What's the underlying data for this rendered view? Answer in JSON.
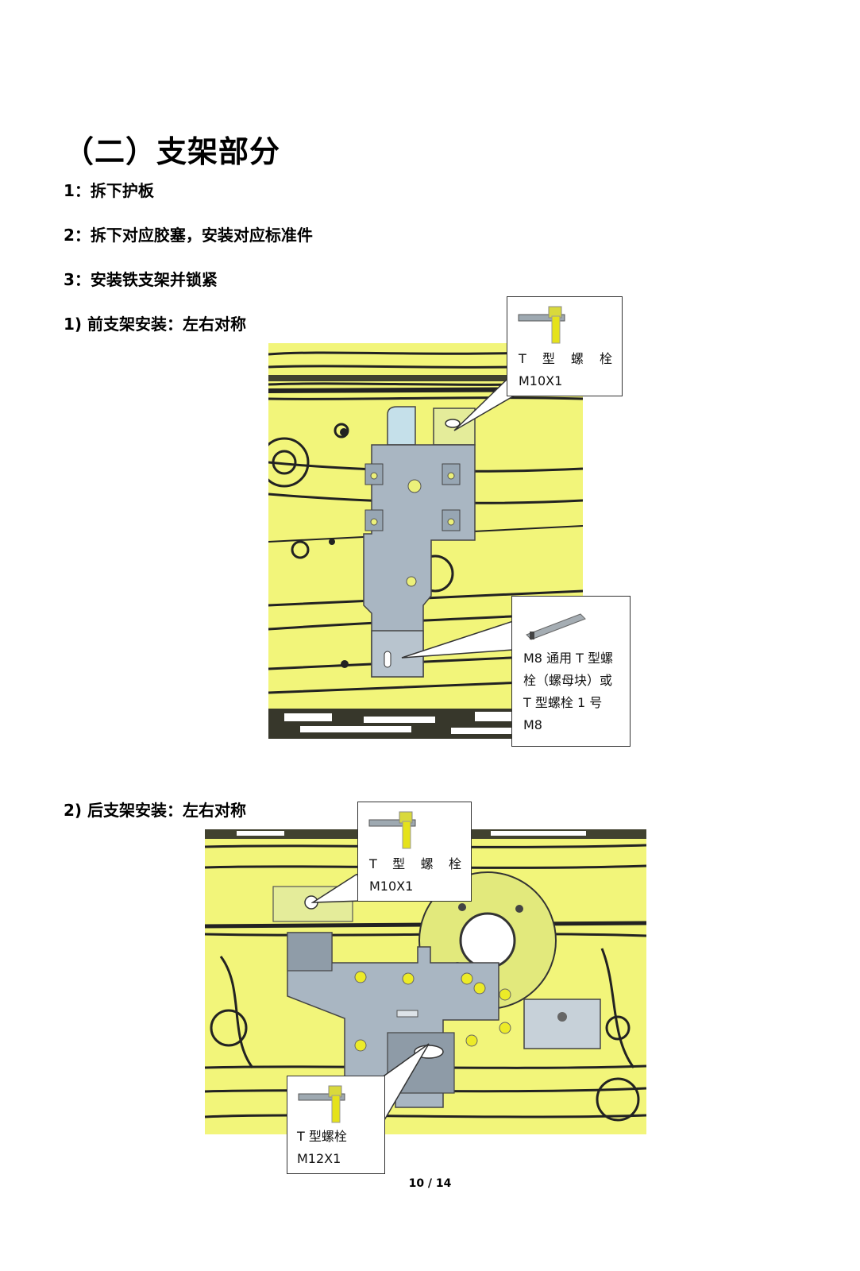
{
  "section_title": "（二）支架部分",
  "steps": [
    "1：拆下护板",
    "2：拆下对应胶塞，安装对应标准件",
    "3：安装铁支架并锁紧"
  ],
  "sub_steps": [
    "1)  前支架安装：左右对称",
    "2)  后支架安装：左右对称"
  ],
  "callouts": {
    "front_top": {
      "chars": [
        "T",
        "型",
        "螺",
        "栓"
      ],
      "line2": "M10X1"
    },
    "front_bottom": {
      "line1": "M8 通用 T 型螺",
      "line2": "栓（螺母块）或",
      "line3": "T  型螺栓  1  号",
      "line4": "M8"
    },
    "rear_top": {
      "chars": [
        "T",
        "型",
        "螺",
        "栓"
      ],
      "line2": "M10X1"
    },
    "rear_bottom": {
      "line1": "T 型螺栓",
      "line2": "M12X1"
    }
  },
  "page_number": "10 / 14",
  "colors": {
    "cad_yellow": "#f2f57a",
    "bracket_gray": "#a9b6c2",
    "outline": "#222222"
  },
  "icons": [
    "t-bolt-icon",
    "nut-block-icon"
  ]
}
